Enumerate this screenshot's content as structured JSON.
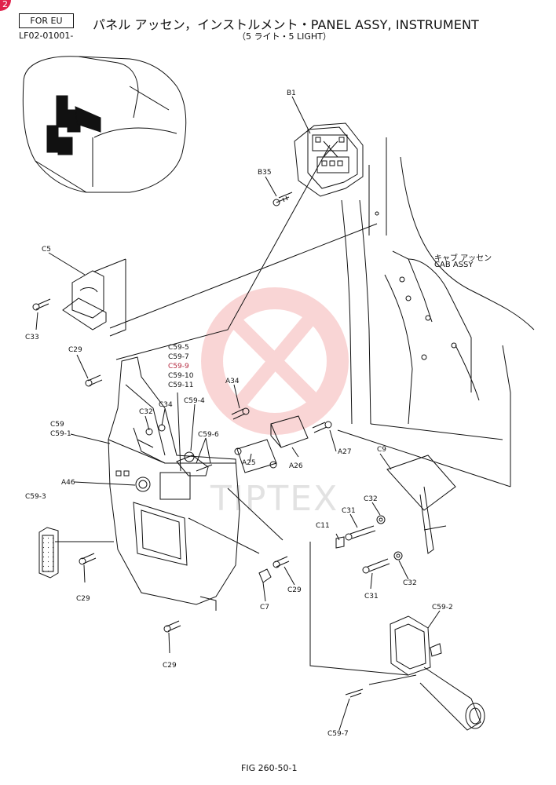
{
  "header": {
    "eu_label": "FOR EU",
    "code": "LF02-01001-",
    "title": "パネル アッセン，インストルメント・PANEL ASSY, INSTRUMENT",
    "subtitle": "（5 ライト・5 LIGHT）",
    "badge": "2"
  },
  "cab_label": {
    "line1": "キャブ アッセン",
    "line2": "CAB ASSY"
  },
  "watermark": "TIPTEX",
  "footer": {
    "figure": "FIG 260-50-1"
  },
  "colors": {
    "watermark": "#f08a8a",
    "ink": "#111111",
    "badge": "#e0224c",
    "highlight_label": "#b5293f"
  },
  "callouts": [
    {
      "id": "B1"
    },
    {
      "id": "B35"
    },
    {
      "id": "C5"
    },
    {
      "id": "C33"
    },
    {
      "id": "C29"
    },
    {
      "id": "C59-5"
    },
    {
      "id": "C59-7"
    },
    {
      "id": "C59-9"
    },
    {
      "id": "C59-10"
    },
    {
      "id": "C59-11"
    },
    {
      "id": "A34"
    },
    {
      "id": "C32"
    },
    {
      "id": "C34"
    },
    {
      "id": "C59-4"
    },
    {
      "id": "C59"
    },
    {
      "id": "C59-1"
    },
    {
      "id": "C59-6"
    },
    {
      "id": "A25"
    },
    {
      "id": "A26"
    },
    {
      "id": "A27"
    },
    {
      "id": "A46"
    },
    {
      "id": "C9"
    },
    {
      "id": "C59-3"
    },
    {
      "id": "C32"
    },
    {
      "id": "C31"
    },
    {
      "id": "C11"
    },
    {
      "id": "C29"
    },
    {
      "id": "C29"
    },
    {
      "id": "C7"
    },
    {
      "id": "C31"
    },
    {
      "id": "C32"
    },
    {
      "id": "C29"
    },
    {
      "id": "C59-2"
    },
    {
      "id": "C59-7"
    }
  ]
}
